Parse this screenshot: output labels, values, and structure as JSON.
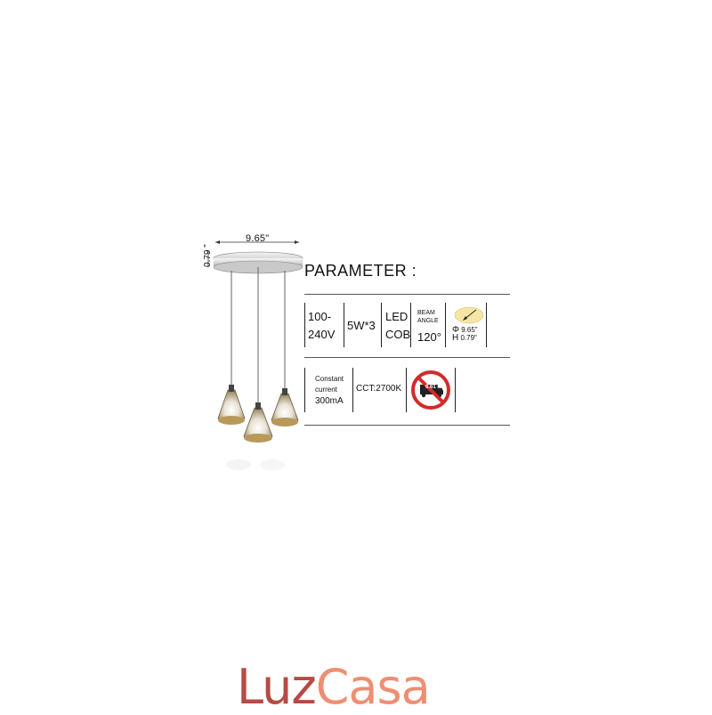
{
  "dimensions": {
    "width_label": "9.65\"",
    "height_label": "0.79 \""
  },
  "parameter": {
    "title": "PARAMETER :",
    "row1": {
      "voltage_line1": "100-",
      "voltage_line2": "240V",
      "power": "5W*3",
      "led_line1": "LED",
      "led_line2": "COB",
      "beam_label_line1": "BEAM",
      "beam_label_line2": "ANGLE",
      "beam_value": "120°",
      "diameter_symbol": "Φ",
      "diameter_value": "9.65\"",
      "height_symbol": "H",
      "height_value": "0.79\""
    },
    "row2": {
      "current_line1": "Constant",
      "current_line2": "current",
      "current_line3": "300mA",
      "cct": "CCT:2700K",
      "truck_weight": "6.61 lb"
    }
  },
  "brand": {
    "part1": "Luz",
    "part2": "Casa"
  },
  "colors": {
    "brand_luz": "#b64a44",
    "brand_casa": "#ee8e72",
    "sign_red": "#d42a2a",
    "lamp_amber": "#b8995a",
    "beam_disc": "#f5e6a6"
  }
}
